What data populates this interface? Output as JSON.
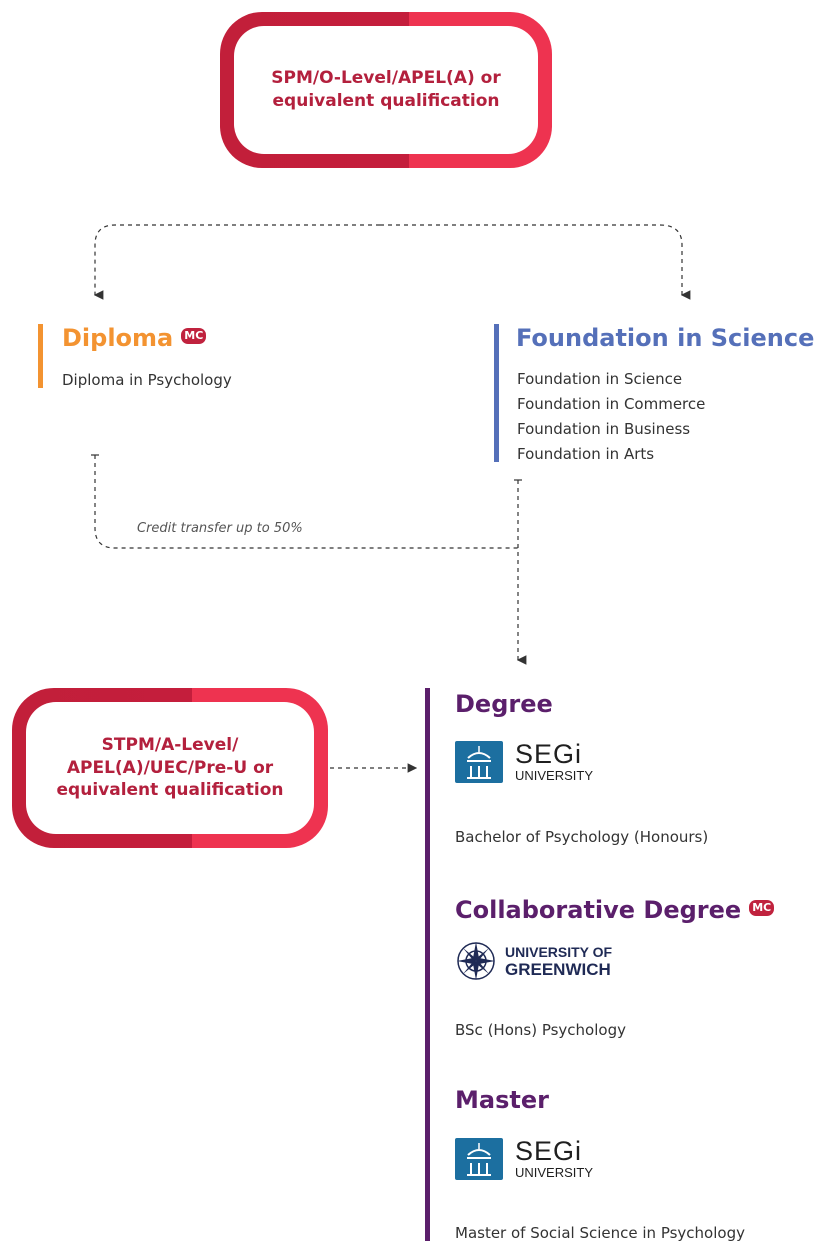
{
  "entry_top": {
    "text": "SPM/O-Level/APEL(A) or equivalent qualification"
  },
  "entry_bottom": {
    "text": "STPM/A-Level/ APEL(A)/UEC/Pre-U or equivalent qualification"
  },
  "diploma": {
    "title": "Diploma",
    "badge": "MC",
    "accent": "#f39331",
    "items": [
      "Diploma in Psychology"
    ]
  },
  "foundation": {
    "title": "Foundation in Science",
    "accent": "#5570b9",
    "items": [
      "Foundation in Science",
      "Foundation in Commerce",
      "Foundation in Business",
      "Foundation in Arts"
    ]
  },
  "credit_note": "Credit transfer up to 50%",
  "degree": {
    "title": "Degree",
    "accent": "#5b1f6b",
    "logo_word": "SEGi",
    "logo_sub": "UNIVERSITY",
    "icon": "segi-emblem-icon",
    "program": "Bachelor of Psychology (Honours)"
  },
  "collab": {
    "title": "Collaborative Degree",
    "badge": "MC",
    "logo_line1": "UNIVERSITY OF",
    "logo_line2": "GREENWICH",
    "icon": "compass-rose-icon",
    "program": "BSc (Hons) Psychology"
  },
  "master": {
    "title": "Master",
    "logo_word": "SEGi",
    "logo_sub": "UNIVERSITY",
    "icon": "segi-emblem-icon",
    "program": "Master of Social Science in Psychology"
  },
  "colors": {
    "entry_red": "#c41e3c",
    "entry_red_light": "#ee3350",
    "purple": "#5b1f6b",
    "orange": "#f39331",
    "blue": "#5570b9"
  }
}
